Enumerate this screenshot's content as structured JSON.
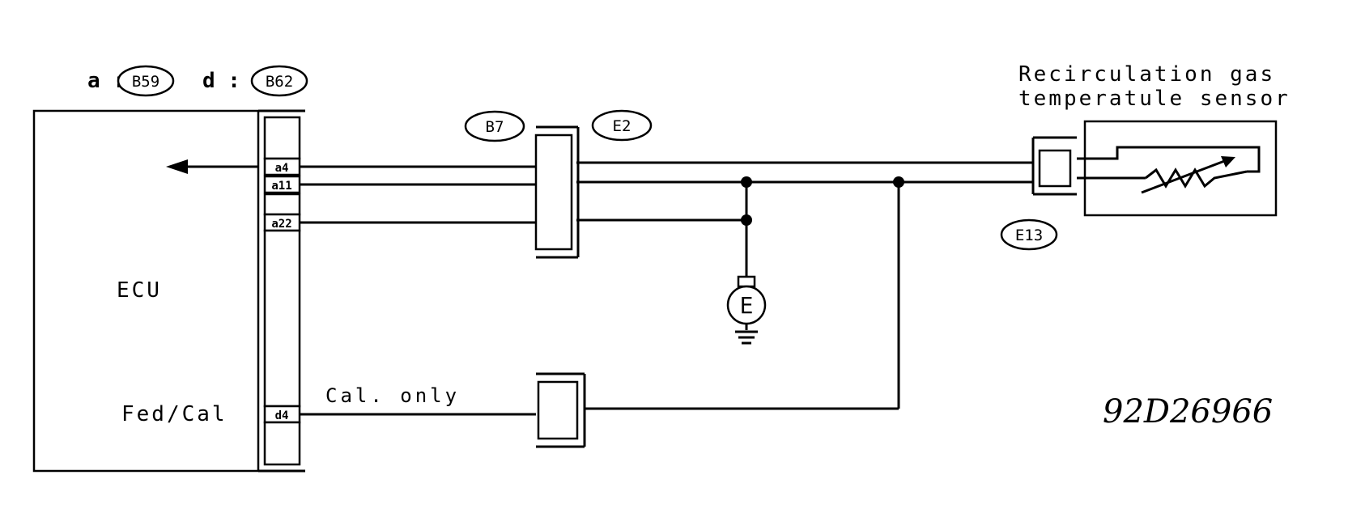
{
  "connector_map": {
    "a_prefix": "a :",
    "a_connector": "B59",
    "d_prefix": "d :",
    "d_connector": "B62"
  },
  "ecu": {
    "label": "ECU",
    "fed_cal_label": "Fed/Cal"
  },
  "pins": {
    "a4": "a4",
    "a11": "a11",
    "a22": "a22",
    "d4": "d4"
  },
  "connectors": {
    "b7": "B7",
    "e2": "E2",
    "e13": "E13"
  },
  "ground": {
    "label": "E"
  },
  "sensor": {
    "title_line1": "Recirculation gas",
    "title_line2": "temperatule sensor"
  },
  "note": {
    "cal_only": "Cal. only"
  },
  "figure_code": "92D26966"
}
